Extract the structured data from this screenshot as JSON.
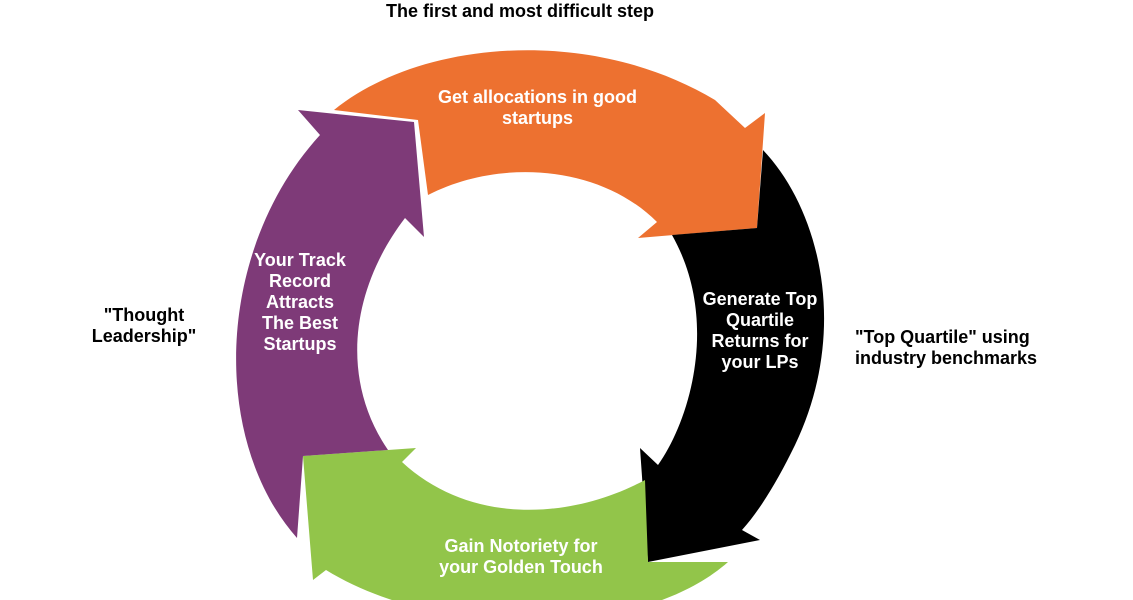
{
  "captions": {
    "top": "The first and most difficult step",
    "left": "\"Thought Leadership\"",
    "right": "\"Top Quartile\" using industry benchmarks"
  },
  "segments": [
    {
      "name": "orange",
      "color": "#ED7130",
      "label": "Get allocations in good startups"
    },
    {
      "name": "black",
      "color": "#000000",
      "label": "Generate Top Quartile Returns for your LPs"
    },
    {
      "name": "green",
      "color": "#92C54A",
      "label": "Gain Notoriety for your Golden Touch"
    },
    {
      "name": "purple",
      "color": "#7E3A78",
      "label": "Your Track Record Attracts The Best Startups"
    }
  ]
}
